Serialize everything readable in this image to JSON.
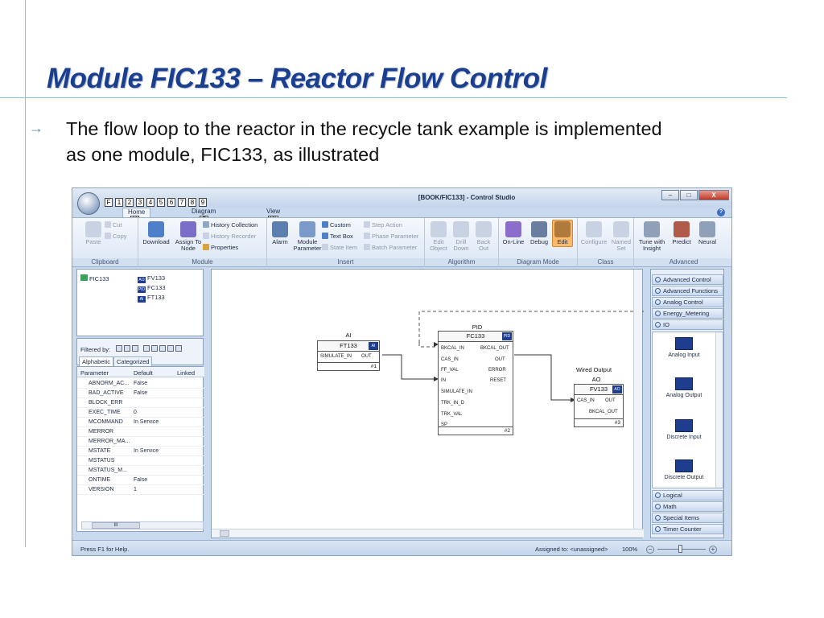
{
  "slide": {
    "title": "Module FIC133 – Reactor Flow Control",
    "bullet": "The flow loop to the reactor in the recycle tank example is implemented as one module, FIC133, as illustrated",
    "bullet_symbol": "→"
  },
  "window": {
    "title": "[BOOK/FIC133] - Control Studio",
    "qa_keytips": [
      "F",
      "1",
      "2",
      "3",
      "4",
      "5",
      "6",
      "7",
      "8",
      "9"
    ],
    "buttons": {
      "minimize": "–",
      "maximize": "□",
      "close": "X"
    },
    "tabs": [
      {
        "label": "Home",
        "keytip": "H"
      },
      {
        "label": "Diagram",
        "keytip": "G"
      },
      {
        "label": "View",
        "keytip": "W"
      }
    ]
  },
  "ribbon": {
    "clipboard": {
      "label": "Clipboard",
      "paste": "Paste",
      "cut": "Cut",
      "copy": "Copy"
    },
    "module": {
      "label": "Module",
      "download": "Download",
      "assign_to_node": "Assign To Node",
      "history_collection": "History Collection",
      "history_recorder": "History Recorder",
      "properties": "Properties"
    },
    "insert": {
      "label": "Insert",
      "alarm": "Alarm",
      "module_parameter": "Module Parameter",
      "custom": "Custom",
      "text_box": "Text Box",
      "state_item": "State Item",
      "step_action": "Step Action",
      "phase_parameter": "Phase Parameter",
      "batch_parameter": "Batch Parameter"
    },
    "algorithm": {
      "label": "Algorithm",
      "edit_object": "Edit Object",
      "drill_down": "Drill Down",
      "back_out": "Back Out"
    },
    "diagram_mode": {
      "label": "Diagram Mode",
      "online": "On-Line",
      "debug": "Debug",
      "edit": "Edit"
    },
    "class": {
      "label": "Class",
      "configure": "Configure",
      "named_set": "Named Set"
    },
    "advanced": {
      "label": "Advanced",
      "tune_with_insight": "Tune with Insight",
      "predict": "Predict",
      "neural": "Neural"
    }
  },
  "explorer": {
    "root": "FIC133",
    "children": [
      {
        "badge": "AO",
        "label": "FV133"
      },
      {
        "badge": "PID",
        "label": "FC133"
      },
      {
        "badge": "AI",
        "label": "FT133"
      }
    ],
    "filtered_by": "Filtered by:",
    "subtabs": [
      "Alphabetic",
      "Categorized"
    ]
  },
  "params": {
    "headers": [
      "Parameter",
      "Default",
      "Linked"
    ],
    "rows": [
      {
        "name": "ABNORM_AC...",
        "value": "False"
      },
      {
        "name": "BAD_ACTIVE",
        "value": "False"
      },
      {
        "name": "BLOCK_ERR",
        "value": ""
      },
      {
        "name": "EXEC_TIME",
        "value": "0"
      },
      {
        "name": "MCOMMAND",
        "value": "In Service"
      },
      {
        "name": "MERROR",
        "value": ""
      },
      {
        "name": "MERROR_MA...",
        "value": ""
      },
      {
        "name": "MSTATE",
        "value": "In Service"
      },
      {
        "name": "MSTATUS",
        "value": ""
      },
      {
        "name": "MSTATUS_M...",
        "value": ""
      },
      {
        "name": "ONTIME",
        "value": "False"
      },
      {
        "name": "VERSION",
        "value": "1"
      }
    ],
    "scroll_label": "III"
  },
  "diagram": {
    "ai": {
      "type": "AI",
      "name": "FT133",
      "badge": "AI",
      "pins": {
        "in": "SIMULATE_IN",
        "out": "OUT"
      },
      "number": "#1"
    },
    "pid": {
      "type": "PID",
      "name": "FC133",
      "badge": "PID",
      "left_pins": [
        "BKCAL_IN",
        "CAS_IN",
        "FF_VAL",
        "IN",
        "SIMULATE_IN",
        "TRK_IN_D",
        "TRK_VAL",
        "SP"
      ],
      "right_pins": [
        "BKCAL_OUT",
        "OUT",
        "ERROR",
        "RESET"
      ],
      "number": "#2"
    },
    "ao": {
      "caption": "Wired Output",
      "type": "AO",
      "name": "FV133",
      "badge": "AO",
      "pins": {
        "cas_in": "CAS_IN",
        "out": "OUT",
        "bkcal_out": "BKCAL_OUT"
      },
      "number": "#3"
    }
  },
  "palette": {
    "categories_top": [
      "Advanced Control",
      "Advanced Functions",
      "Analog Control",
      "Energy_Metering",
      "IO"
    ],
    "items": [
      "Analog Input",
      "Analog Output",
      "Discrete Input",
      "Discrete Output"
    ],
    "categories_bottom": [
      "Logical",
      "Math",
      "Special Items",
      "Timer Counter"
    ]
  },
  "status": {
    "help": "Press F1 for Help.",
    "assigned": "Assigned to: <unassigned>",
    "zoom": "100%",
    "zoom_out": "−",
    "zoom_in": "+"
  },
  "colors": {
    "title": "#1b3f8f",
    "accent_line": "#7ec8d8",
    "block_badge": "#1e3d8f",
    "edit_highlight": "#fbb96a"
  }
}
